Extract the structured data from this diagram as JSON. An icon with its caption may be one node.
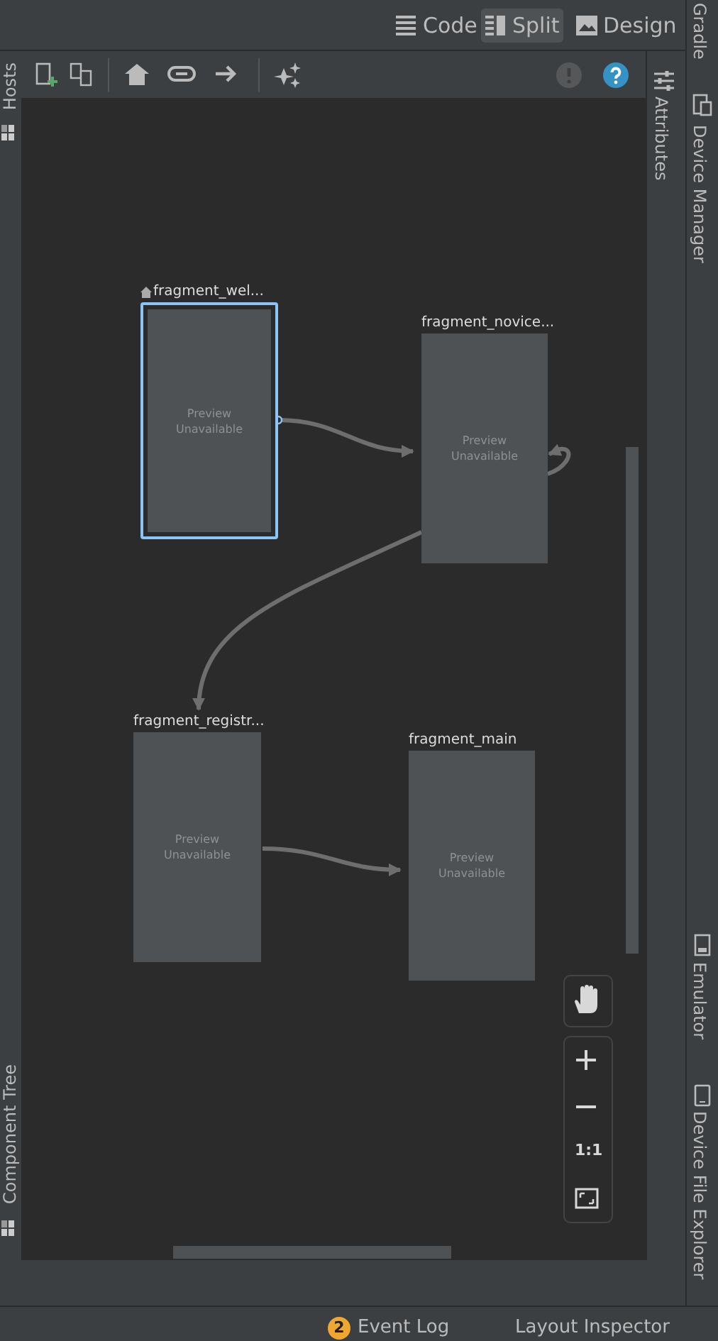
{
  "diagram": {
    "nodes": [
      {
        "text": [
          "fragment_wel...",
          "Preview Unavailable"
        ]
      },
      {
        "text": [
          "fragment_novice...",
          "Preview Unavailable"
        ]
      },
      {
        "text": [
          "fragment_registr...",
          "Preview Unavailable"
        ]
      },
      {
        "text": [
          "fragment_main",
          "Preview Unavailable"
        ]
      }
    ],
    "edges": [
      {
        "from": 0,
        "to": 1,
        "arrow": "to"
      },
      {
        "from": 1,
        "to": 1,
        "arrow": "to"
      },
      {
        "from": 1,
        "to": 2,
        "arrow": "to"
      },
      {
        "from": 2,
        "to": 3,
        "arrow": "to"
      }
    ],
    "labels": [
      "Code",
      "Split",
      "Design",
      "Gradle",
      "Hosts",
      "Attributes",
      "Device Manager",
      "Component Tree",
      "Emulator",
      "Device File Explorer",
      "1:1",
      "2",
      "Event Log",
      "Layout Inspector"
    ]
  }
}
